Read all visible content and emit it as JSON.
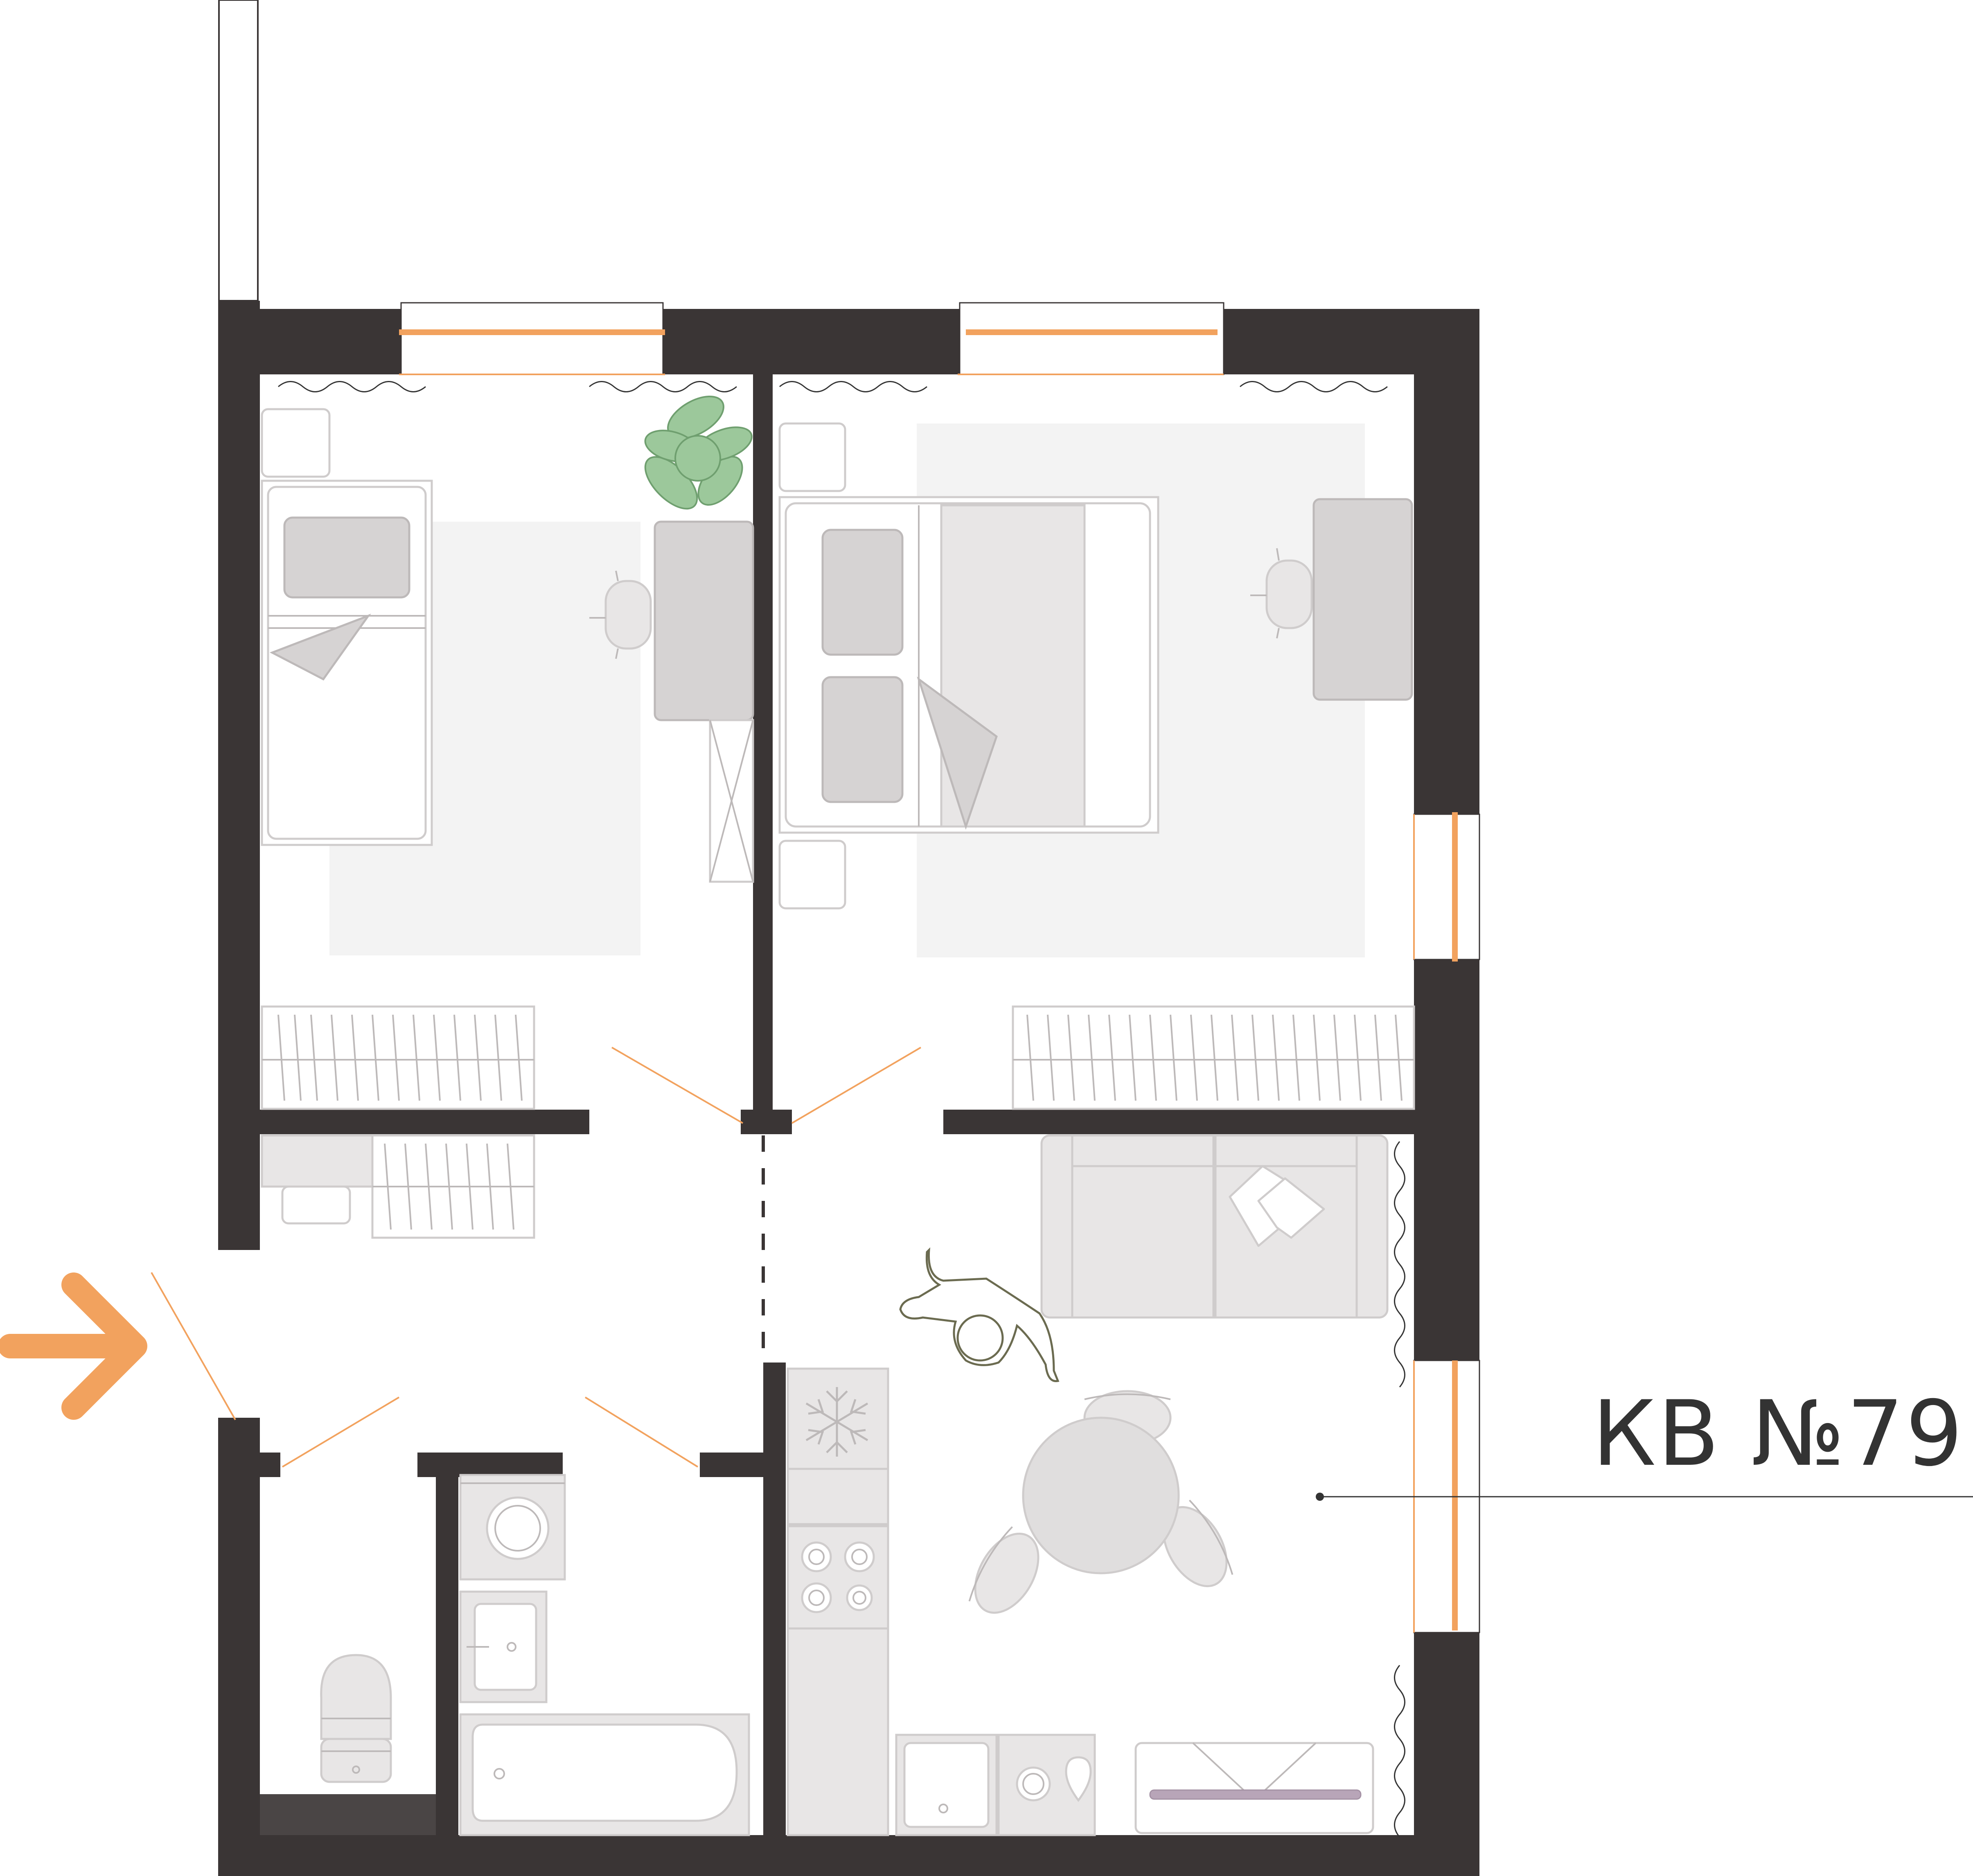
{
  "apartment": {
    "label": "КВ №79"
  },
  "colors": {
    "wall": "#3a3535",
    "accent": "#f2a25e",
    "furniture_fill": "#e8e6e6",
    "furniture_stroke": "#cfcccc",
    "rug": "#f3f3f3",
    "plant": "#9cc89b"
  },
  "rooms": [
    {
      "name": "bedroom-left",
      "furniture": [
        "single-bed",
        "nightstand",
        "desk",
        "chair",
        "plant",
        "wardrobe",
        "rug",
        "curtains"
      ]
    },
    {
      "name": "bedroom-right",
      "furniture": [
        "double-bed",
        "nightstand-top",
        "nightstand-bottom",
        "desk",
        "chair",
        "wardrobe",
        "rug",
        "curtains"
      ]
    },
    {
      "name": "hallway",
      "furniture": [
        "shoe-cabinet",
        "wardrobe",
        "entrance-arrow"
      ]
    },
    {
      "name": "toilet",
      "furniture": [
        "toilet"
      ]
    },
    {
      "name": "bathroom",
      "furniture": [
        "washing-machine",
        "sink",
        "bathtub"
      ]
    },
    {
      "name": "kitchen-living",
      "furniture": [
        "sofa",
        "pillows",
        "person",
        "dining-table",
        "chairs",
        "fridge",
        "stove",
        "sink",
        "washer",
        "tv-stand",
        "curtains"
      ]
    }
  ],
  "icons": [
    "entrance-arrow-icon",
    "snowflake-icon",
    "plant-icon",
    "person-icon"
  ]
}
